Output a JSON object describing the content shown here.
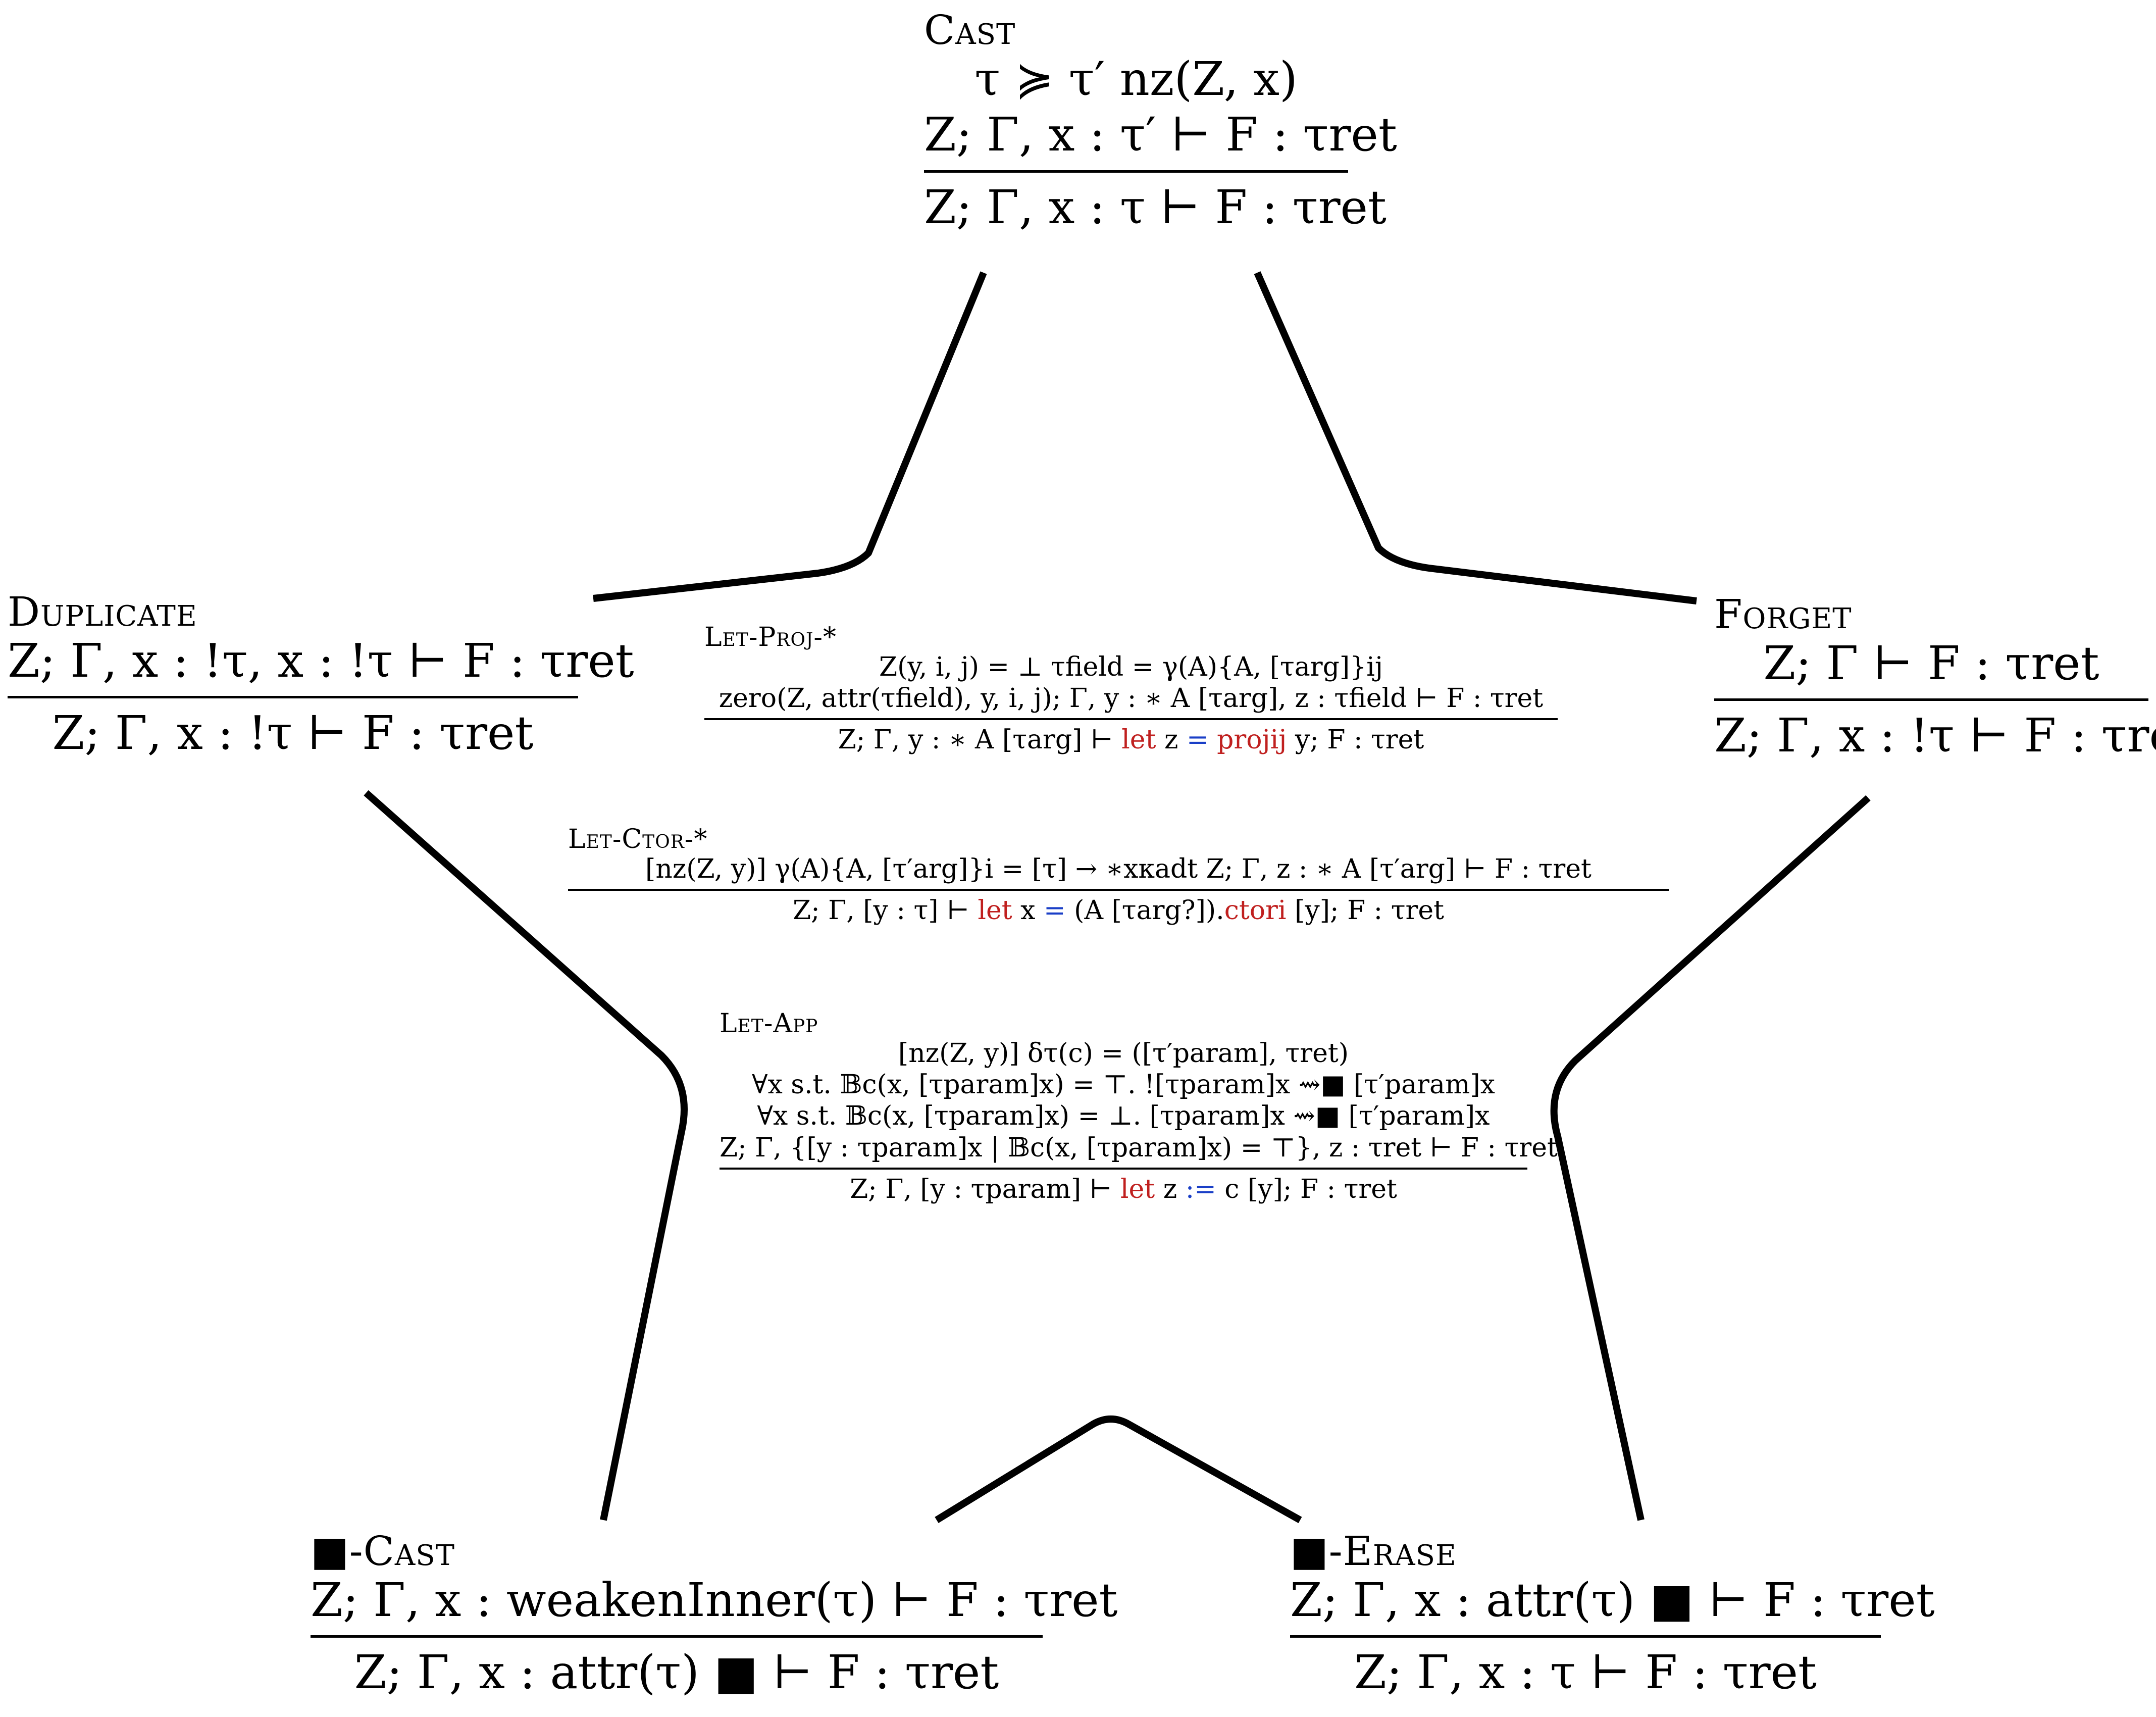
{
  "rules": {
    "cast": {
      "name": "Cast",
      "premise1": "τ ≽ τ′        nz(Z, x)",
      "premise2": "Z; Γ, x : τ′ ⊢ F : τret",
      "conclusion": "Z; Γ, x : τ ⊢ F : τret"
    },
    "duplicate": {
      "name": "Duplicate",
      "premise1": "Z; Γ, x : !τ, x : !τ ⊢ F : τret",
      "conclusion": "Z; Γ, x : !τ ⊢ F : τret"
    },
    "forget": {
      "name": "Forget",
      "premise1": "Z; Γ ⊢ F : τret",
      "conclusion": "Z; Γ, x : !τ ⊢ F : τret"
    },
    "box_cast": {
      "name": "■-Cast",
      "premise1": "Z; Γ, x : weakenInner(τ) ⊢ F : τret",
      "conclusion": "Z; Γ, x : attr(τ) ■ ⊢ F : τret"
    },
    "box_erase": {
      "name": "■-Erase",
      "premise1": "Z; Γ, x : attr(τ) ■ ⊢ F : τret",
      "conclusion": "Z; Γ, x : τ ⊢ F : τret"
    },
    "let_proj": {
      "name": "Let-Proj-*",
      "premise1": "Z(y, i, j) = ⊥        τfield = γ(A){A, [τarg]}ij",
      "premise2": "zero(Z, attr(τfield), y, i, j); Γ, y : ∗ A [τarg], z : τfield ⊢ F : τret",
      "conclusion_pre": "Z; Γ, y : ∗ A [τarg] ⊢ ",
      "conclusion_kw1": "let",
      "conclusion_mid1": " z ",
      "conclusion_op1": "=",
      "conclusion_mid2": " ",
      "conclusion_kw2": "projij",
      "conclusion_post": " y; F : τret"
    },
    "let_ctor": {
      "name": "Let-Ctor-*",
      "premise1": "[nz(Z, y)]      γ(A){A, [τ′arg]}i = [τ] → ∗xκadt      Z; Γ, z : ∗ A [τ′arg] ⊢ F : τret",
      "conclusion_pre": "Z; Γ, [y : τ] ⊢ ",
      "conclusion_kw1": "let",
      "conclusion_mid1": " x ",
      "conclusion_op1": "=",
      "conclusion_mid2": " (A [τarg?]).",
      "conclusion_kw2": "ctori",
      "conclusion_post": " [y]; F : τret"
    },
    "let_app": {
      "name": "Let-App",
      "premise1": "[nz(Z, y)]        δτ(c) = ([τ′param], τret)",
      "premise2": "∀x s.t. 𝔹c(x, [τparam]x) = ⊤. ![τparam]x ⇝■ [τ′param]x",
      "premise3": "∀x s.t. 𝔹c(x, [τparam]x) = ⊥. [τparam]x ⇝■ [τ′param]x",
      "premise4": "Z; Γ, {[y : τparam]x | 𝔹c(x, [τparam]x) = ⊤}, z : τret ⊢ F : τret",
      "conclusion_pre": "Z; Γ, [y : τparam] ⊢ ",
      "conclusion_kw1": "let",
      "conclusion_mid1": " z ",
      "conclusion_op1": ":=",
      "conclusion_post": " c [y]; F : τret"
    }
  }
}
